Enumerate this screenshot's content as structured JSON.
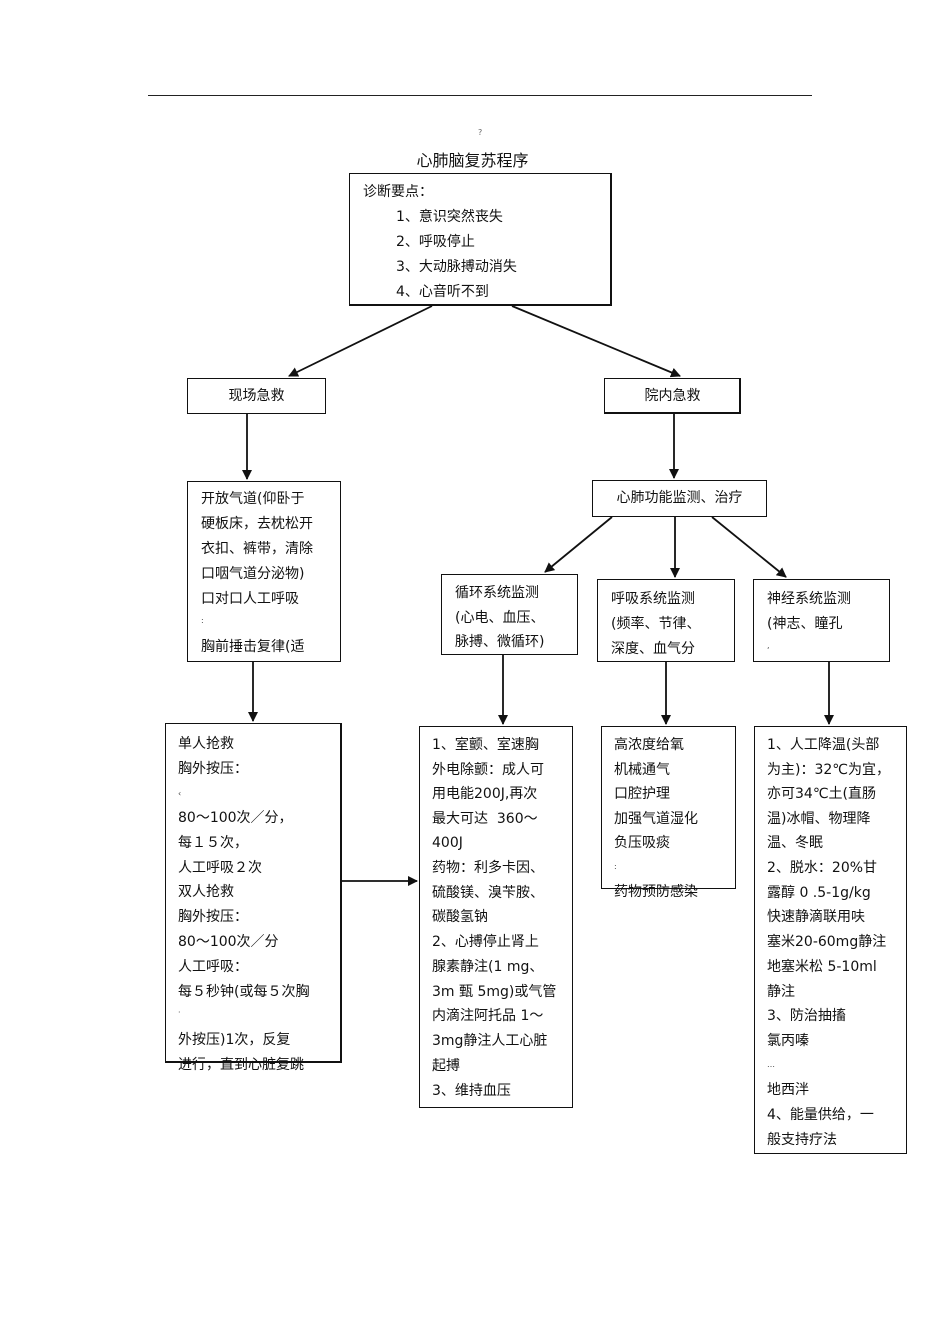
{
  "page": {
    "mark_top": "?",
    "title": "心肺脑复苏程序"
  },
  "diagnosis": {
    "heading": "诊断要点：",
    "items": [
      "1、意识突然丧失",
      "2、呼吸停止",
      "3、大动脉搏动消失",
      "4、心音听不到"
    ]
  },
  "branches": {
    "onsite": "现场急救",
    "hospital": "院内急救"
  },
  "onsite_airway": {
    "lines": [
      "开放气道(仰卧于",
      "硬板床，去枕松开",
      "衣扣、裤带，清除",
      "口咽气道分泌物)",
      "口对口人工呼吸"
    ],
    "mark": ":",
    "last": "胸前捶击复律(适"
  },
  "monitor": {
    "label": "心肺功能监测、治疗"
  },
  "circulation": {
    "lines": [
      "循环系统监测",
      "(心电、血压、",
      "脉搏、微循环)"
    ]
  },
  "respiration": {
    "lines": [
      "呼吸系统监测",
      "(频率、节律、",
      "深度、血气分"
    ]
  },
  "neuro": {
    "lines": [
      "神经系统监测",
      "(神志、瞳孔"
    ],
    "mark": ","
  },
  "cpr": {
    "lines": [
      "单人抢救",
      "胸外按压："
    ],
    "mark1": "‹",
    "lines2": [
      "80～100次／分，",
      "每１５次，",
      "人工呼吸２次",
      "双人抢救",
      "胸外按压：",
      "80～100次／分",
      "人工呼吸：",
      "每５秒钟(或每５次胸"
    ],
    "mark2": "·",
    "lines3": [
      "外按压)1次，反复",
      "进行，直到心脏复跳"
    ]
  },
  "circ_treat": {
    "lines": [
      "1、室颤、室速胸",
      "外电除颤：成人可",
      "用电能200J,再次",
      "最大可达  360～",
      "400J",
      "药物：利多卡因、",
      "硫酸镁、溴苄胺、",
      "碳酸氢钠",
      "2、心搏停止肾上",
      "腺素静注(1 mg、",
      "3m 甄 5mg)或气管",
      "内滴注阿托品 1～",
      "3mg静注人工心脏",
      "起搏",
      "3、维持血压"
    ]
  },
  "resp_treat": {
    "lines": [
      "高浓度给氧",
      "机械通气",
      "口腔护理",
      "加强气道湿化",
      "负压吸痰"
    ],
    "mark": ":",
    "last": "药物预防感染"
  },
  "neuro_treat": {
    "lines": [
      "1、人工降温(头部",
      "为主)：32℃为宜，",
      "亦可34℃土(直肠",
      "温)冰帽、物理降",
      "温、冬眠",
      "2、脱水：20%甘",
      "露醇 0 .5-1g/kg",
      "快速静滴联用呋",
      "塞米20-60mg静注",
      "地塞米松 5-10ml",
      "静注",
      "3、防治抽搐",
      "氯丙嗪"
    ],
    "mark": "…",
    "lines2": [
      "地西泮",
      "4、能量供给，一",
      "般支持疗法"
    ]
  }
}
